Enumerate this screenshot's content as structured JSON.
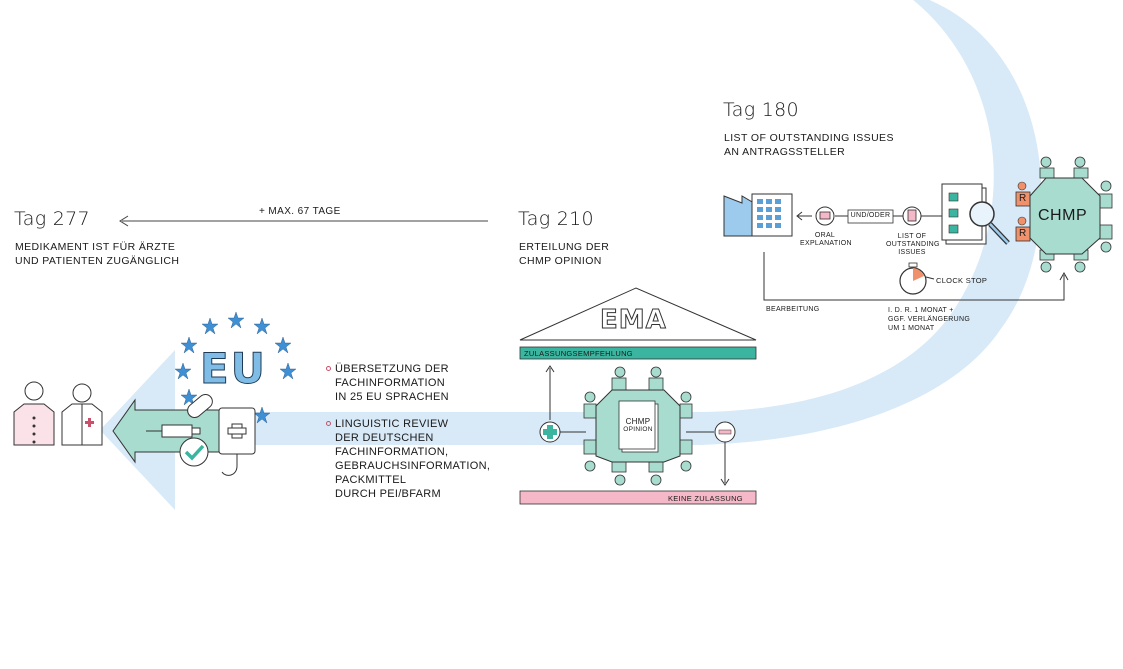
{
  "day180": {
    "title": "Tag 180",
    "caption_line1": "LIST OF OUTSTANDING ISSUES",
    "caption_line2": "AN ANTRAGSSTELLER",
    "chmp_label": "CHMP",
    "r_badge": "R",
    "oral_explanation_line1": "ORAL",
    "oral_explanation_line2": "EXPLANATION",
    "und_oder": "UND/ODER",
    "list_issues_line1": "LIST OF",
    "list_issues_line2": "OUTSTANDING",
    "list_issues_line3": "ISSUES",
    "clock_stop": "CLOCK STOP",
    "bearbeitung": "BEARBEITUNG",
    "duration_line1": "I. D. R. 1 MONAT +",
    "duration_line2": "GGF. VERLÄNGERUNG",
    "duration_line3": "UM 1 MONAT"
  },
  "day210": {
    "title": "Tag 210",
    "caption_line1": "ERTEILUNG DER",
    "caption_line2": "CHMP OPINION",
    "ema_label": "EMA",
    "approval_bar": "ZULASSUNGSEMPFEHLUNG",
    "rejection_bar": "KEINE ZULASSUNG",
    "doc_line1": "CHMP",
    "doc_line2": "OPINION"
  },
  "day277": {
    "title": "Tag 277",
    "caption_line1": "MEDIKAMENT IST FÜR ÄRZTE",
    "caption_line2": "UND PATIENTEN ZUGÄNGLICH",
    "max_days": "+ MAX. 67 TAGE",
    "eu_label": "EU"
  },
  "steps": [
    {
      "lines": [
        "ÜBERSETZUNG DER",
        "FACHINFORMATION",
        "IN 25 EU SPRACHEN"
      ]
    },
    {
      "lines": [
        "LINGUISTIC REVIEW",
        "DER DEUTSCHEN",
        "FACHINFORMATION,",
        "GEBRAUCHSINFORMATION,",
        "PACKMITTEL",
        "DURCH PEI/BFARM"
      ]
    }
  ],
  "colors": {
    "flow_blue": "#d8e9f8",
    "teal": "#a8dccf",
    "teal_dark": "#3bb59f",
    "pink": "#f5b8c8",
    "orange": "#f0916b",
    "eu_blue": "#7fbde6",
    "star_blue": "#3e8fd3"
  },
  "icons": [
    "factory-icon",
    "magnifier-icon",
    "checklist-icon",
    "stopwatch-icon",
    "plus-icon",
    "minus-icon",
    "syringe-icon",
    "pill-icon",
    "iv-bag-icon",
    "check-icon",
    "patient-icon",
    "doctor-icon",
    "stars-icon"
  ]
}
